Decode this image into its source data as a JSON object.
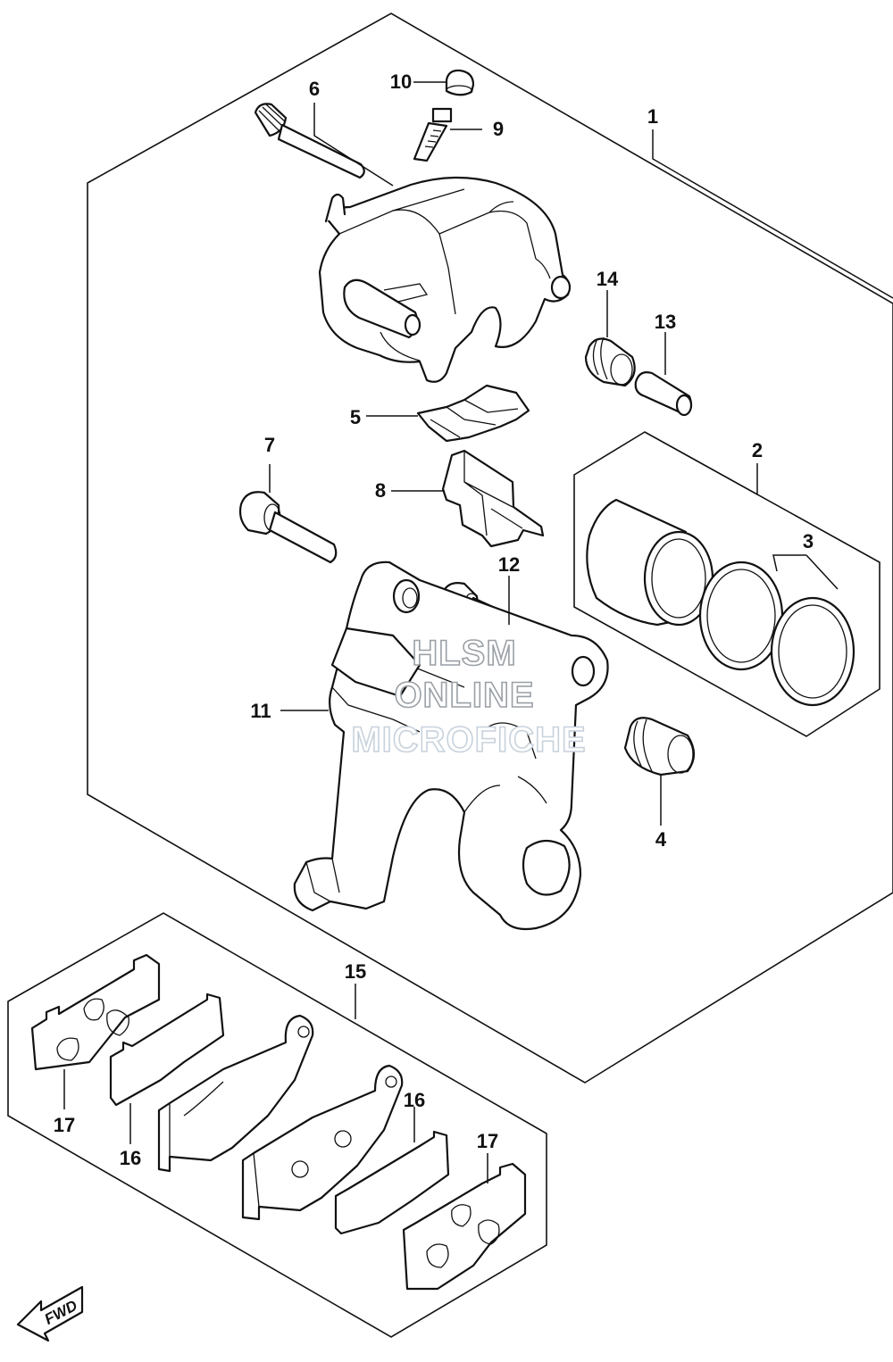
{
  "callouts": {
    "c1": "1",
    "c2": "2",
    "c3": "3",
    "c4": "4",
    "c5": "5",
    "c6": "6",
    "c7": "7",
    "c8": "8",
    "c9": "9",
    "c10": "10",
    "c11": "11",
    "c12": "12",
    "c13": "13",
    "c14": "14",
    "c15": "15",
    "c16a": "16",
    "c16b": "16",
    "c17a": "17",
    "c17b": "17"
  },
  "watermark": {
    "line1": "HLSM",
    "line2": "ONLINE",
    "line3": "MICROFICHE"
  },
  "direction": {
    "label": "FWD"
  },
  "icons": {
    "fwd": "arrow-left-down-icon"
  }
}
